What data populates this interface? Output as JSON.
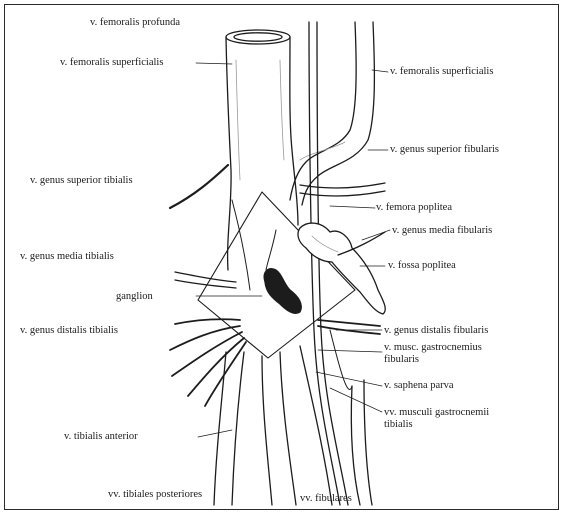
{
  "labels": {
    "femoralis_profunda": "v. femoralis profunda",
    "femoralis_superficialis_left": "v. femoralis superficialis",
    "femoralis_superficialis_right": "v. femoralis superficialis",
    "genus_superior_fibularis": "v. genus superior fibularis",
    "genus_superior_tibialis": "v. genus superior tibialis",
    "femora_poplitea": "v. femora poplitea",
    "genus_media_fibularis": "v. genus media fibularis",
    "genus_media_tibialis": "v. genus media tibialis",
    "fossa_poplitea": "v. fossa poplitea",
    "ganglion": "ganglion",
    "genus_distalis_tibialis": "v. genus distalis tibialis",
    "genus_distalis_fibularis": "v. genus distalis fibularis",
    "musc_gastrocnemius_fibularis_line1": "v. musc. gastrocnemius",
    "musc_gastrocnemius_fibularis_line2": "fibularis",
    "saphena_parva": "v. saphena parva",
    "musculi_gastrocnemii_line1": "vv. musculi gastrocnemii",
    "musculi_gastrocnemii_line2": "tibialis",
    "tibialis_anterior": "v. tibialis anterior",
    "tibiales_posteriores": "vv. tibiales posteriores",
    "fibulares": "vv. fibulares"
  },
  "colors": {
    "ink": "#1c1c1c",
    "paper": "#ffffff",
    "shade": "#9a9a9a"
  }
}
